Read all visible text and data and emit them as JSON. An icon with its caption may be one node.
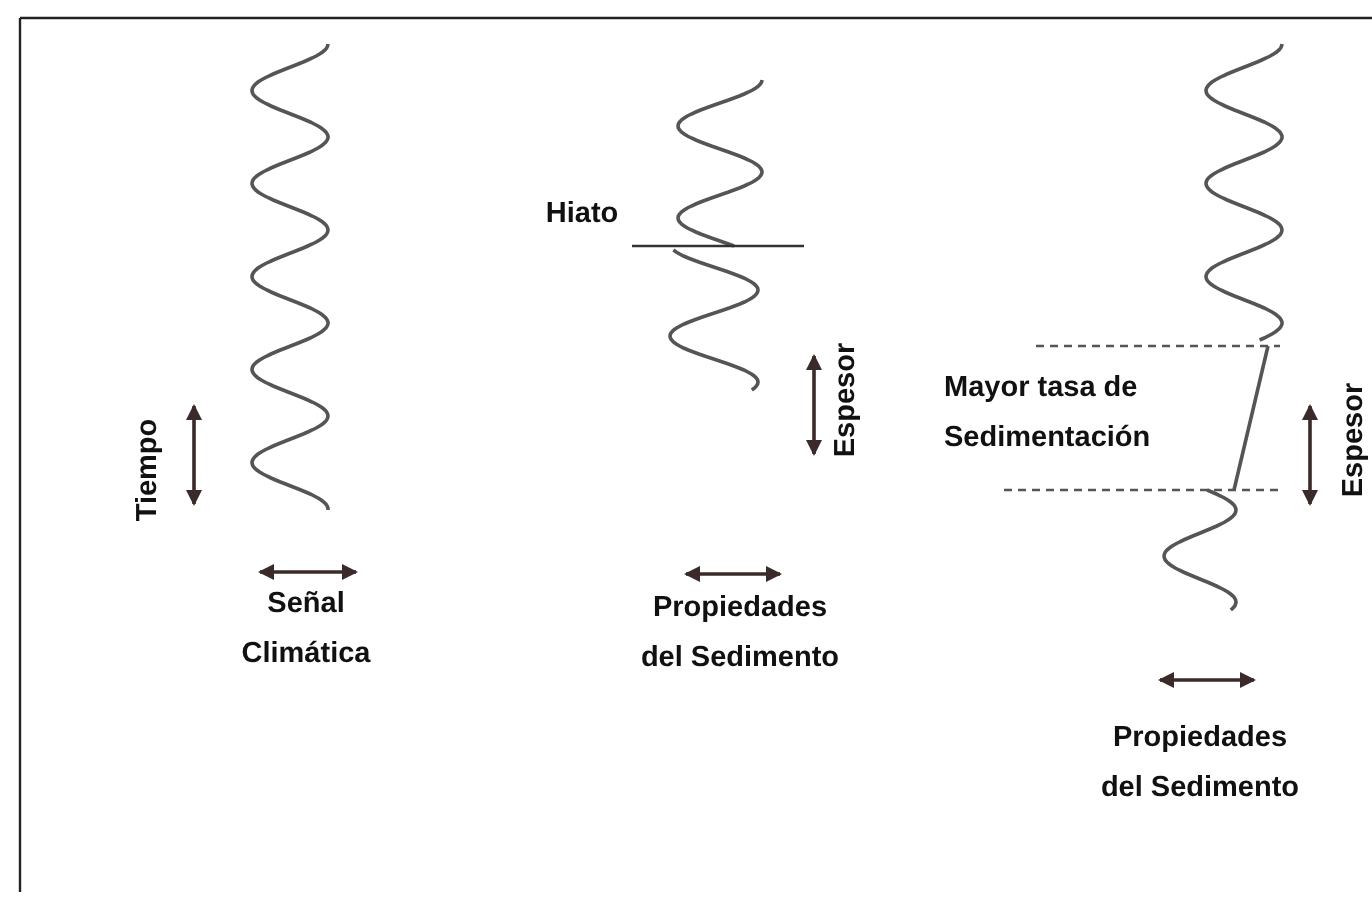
{
  "diagram": {
    "labels": [
      "Tiempo",
      "Señal Climática",
      "Hiato",
      "Espesor",
      "Propiedades del Sedimento",
      "Mayor tasa de Sedimentación",
      "Espesor",
      "Propiedades del Sedimento"
    ]
  }
}
